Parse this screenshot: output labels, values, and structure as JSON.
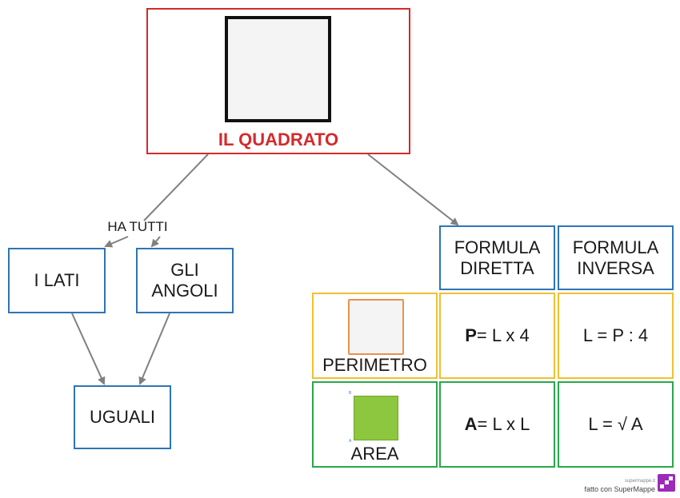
{
  "title": "IL QUADRATO",
  "connector_label": "HA TUTTI",
  "left_branch": {
    "lati": "I LATI",
    "angoli_line1": "GLI",
    "angoli_line2": "ANGOLI",
    "uguali": "UGUALI"
  },
  "table": {
    "header_direct_line1": "FORMULA",
    "header_direct_line2": "DIRETTA",
    "header_inverse_line1": "FORMULA",
    "header_inverse_line2": "INVERSA",
    "perimetro": {
      "label": "PERIMETRO",
      "direct_bold": "P",
      "direct_rest": "= L x 4",
      "inverse": "L = P : 4"
    },
    "area": {
      "label": "AREA",
      "direct_bold": "A",
      "direct_rest": "= L x L",
      "inverse": "L = √ A",
      "corner_a": "A",
      "corner_b": "B"
    }
  },
  "footer": {
    "small": "supermappe.it",
    "credit": "fatto con SuperMappe"
  },
  "colors": {
    "title_red": "#d42a2a",
    "blue_border": "#2e75b6",
    "yellow_border": "#f0c030",
    "green_border": "#2aa84a",
    "area_fill": "#8dc63f",
    "perimeter_outline": "#e8924a"
  }
}
